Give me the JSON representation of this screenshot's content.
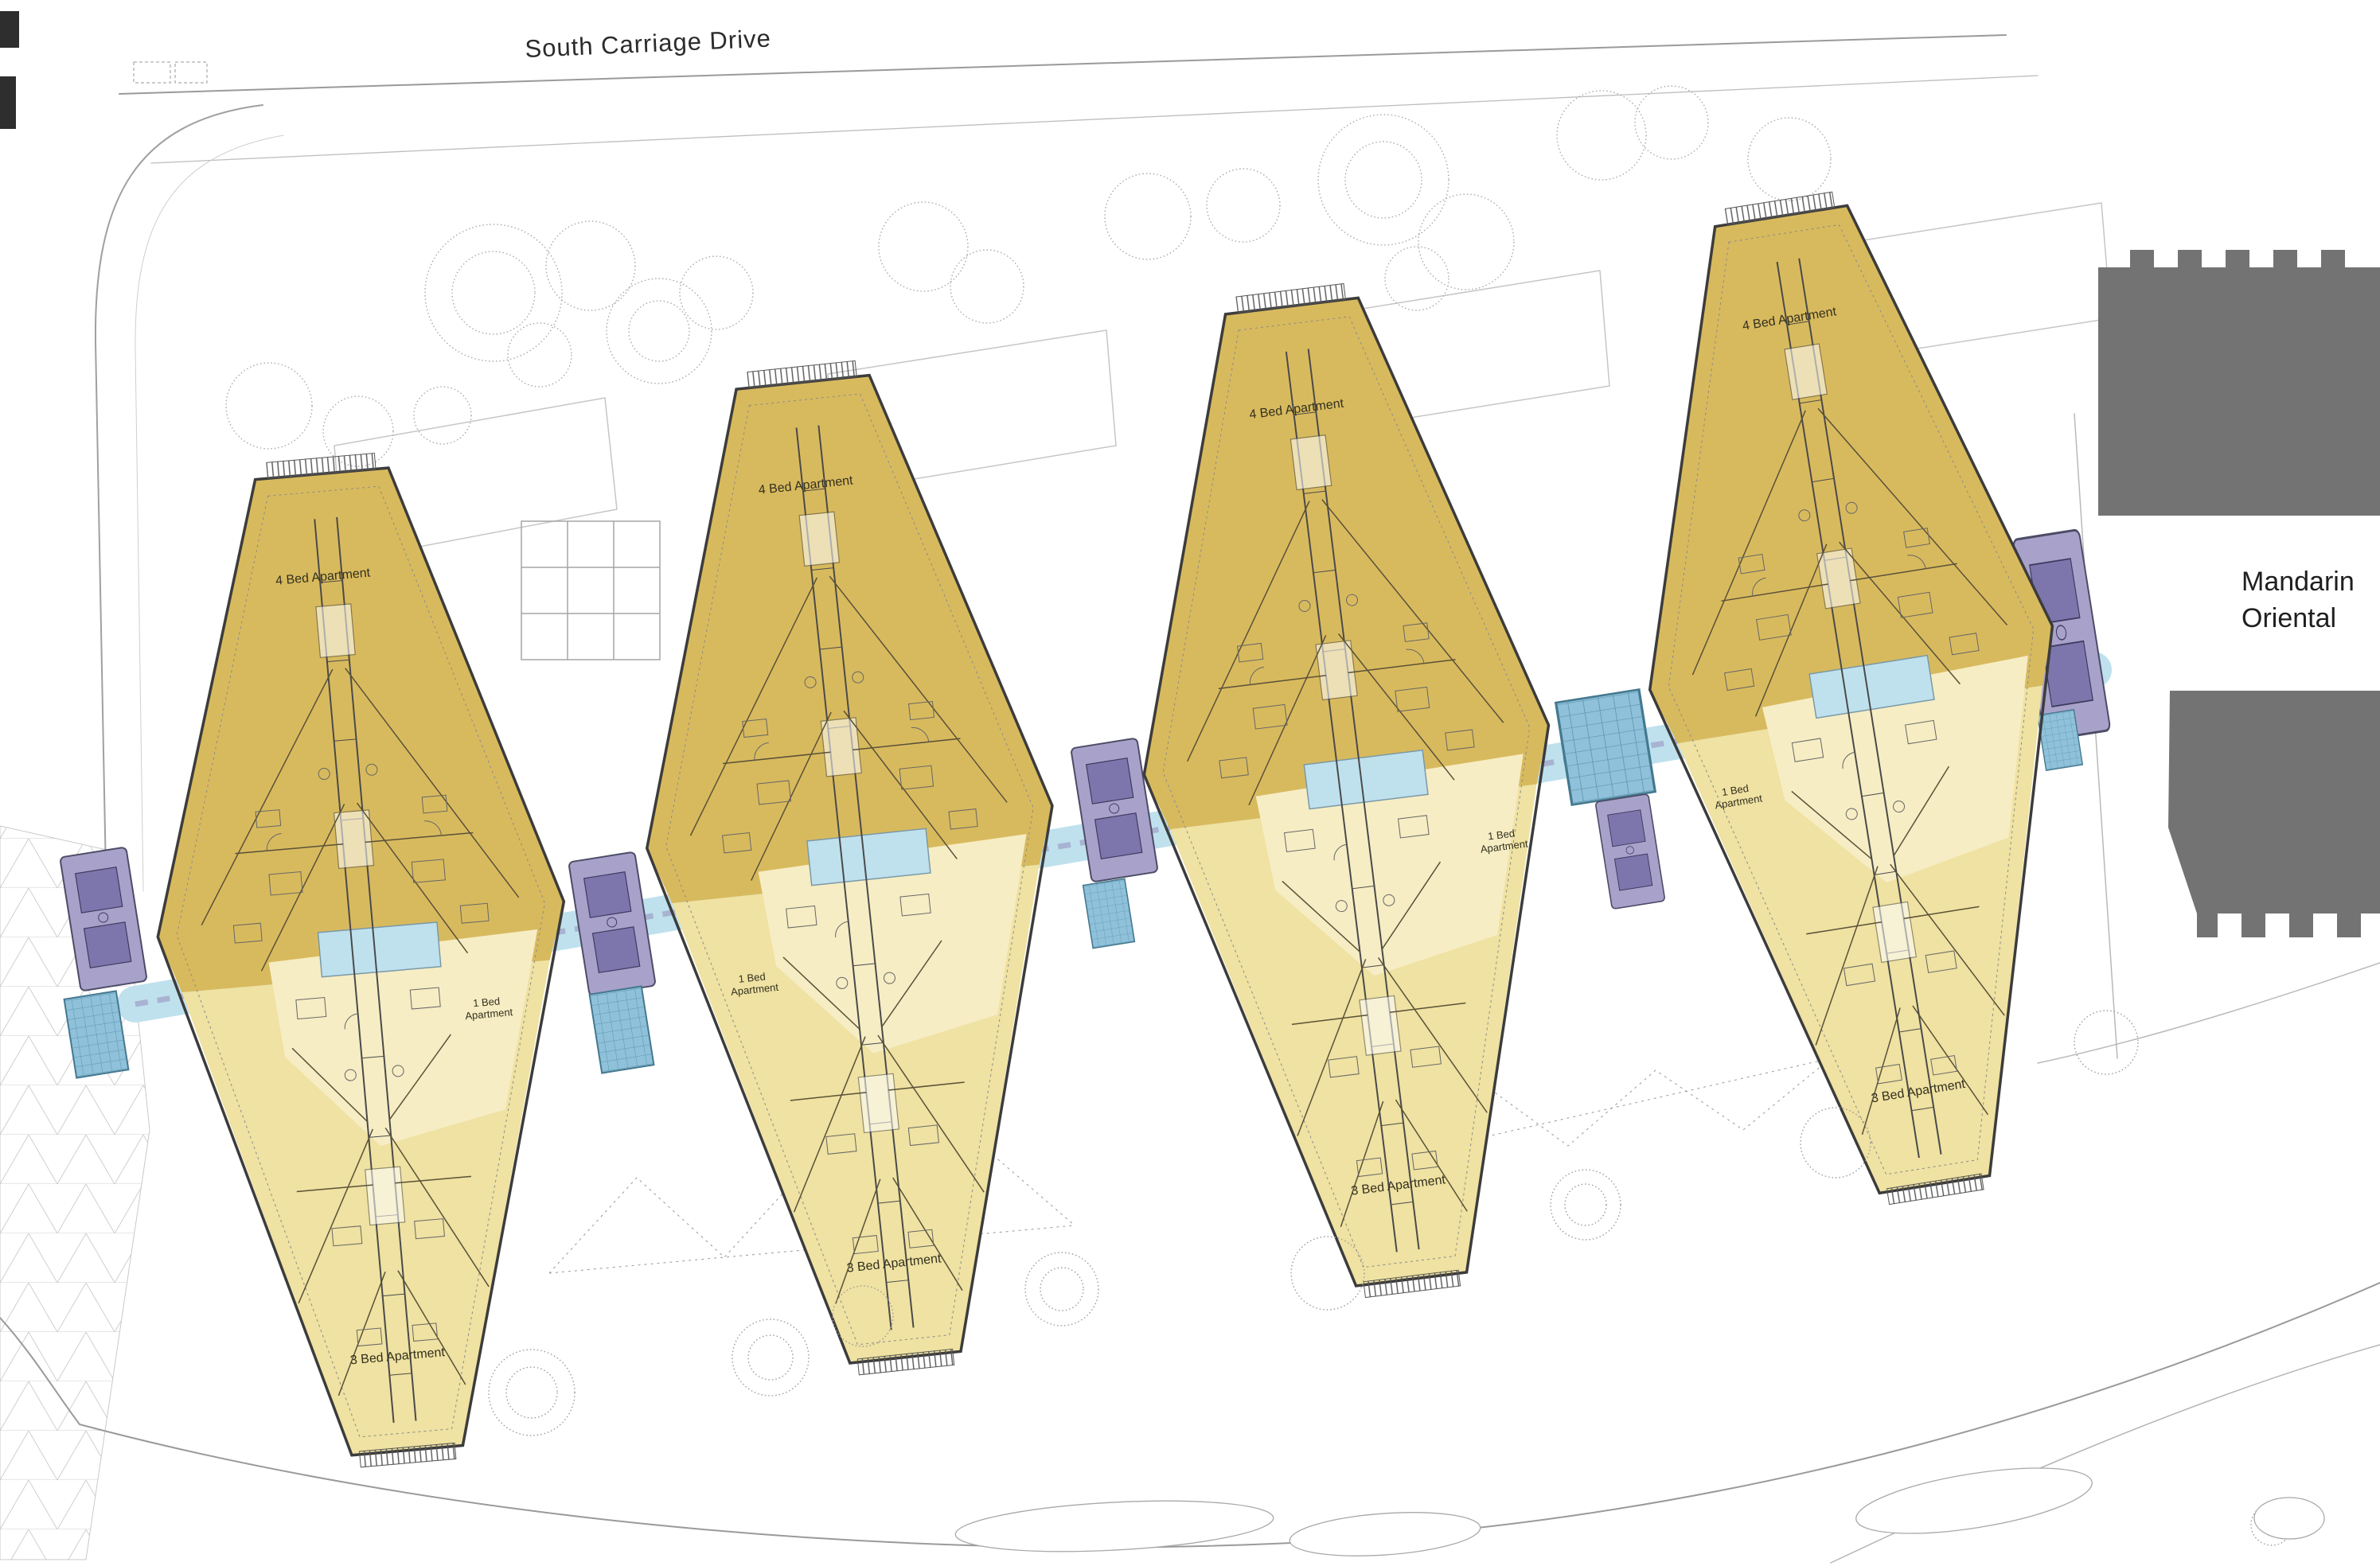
{
  "roads": {
    "south_carriage_drive": "South Carriage Drive"
  },
  "landmarks": {
    "mandarin_line1": "Mandarin",
    "mandarin_line2": "Oriental"
  },
  "buildings": [
    {
      "id": "pavilion-1",
      "labels": {
        "four_bed": "4 Bed Apartment",
        "one_bed_l1": "1 Bed",
        "one_bed_l2": "Apartment",
        "three_bed": "3 Bed Apartment"
      }
    },
    {
      "id": "pavilion-2",
      "labels": {
        "four_bed": "4 Bed Apartment",
        "one_bed_l1": "1 Bed",
        "one_bed_l2": "Apartment",
        "three_bed": "3 Bed Apartment"
      }
    },
    {
      "id": "pavilion-3",
      "labels": {
        "four_bed": "4 Bed Apartment",
        "one_bed_l1": "1 Bed",
        "one_bed_l2": "Apartment",
        "three_bed": "3 Bed Apartment"
      }
    },
    {
      "id": "pavilion-4",
      "labels": {
        "four_bed": "4 Bed Apartment",
        "one_bed_l1": "1 Bed",
        "one_bed_l2": "Apartment",
        "three_bed": "3 Bed Apartment"
      }
    }
  ],
  "colors": {
    "background": "#ffffff",
    "apartment_upper": "#d8ba5e",
    "apartment_lower": "#efe2a2",
    "apartment_pale": "#f6edc4",
    "water": "#bfe1ee",
    "core_lavender": "#a8a2cb",
    "core_lavender_dark": "#7d76ad",
    "terrace_blue": "#8fc2da",
    "mandarin_gray": "#737373",
    "outline": "#3c3c3c",
    "road_stroke": "#9a9a9a",
    "tree_stroke": "#a9a9a9"
  }
}
